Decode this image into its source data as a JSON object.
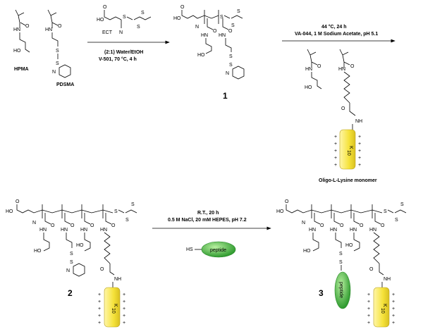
{
  "reactants": {
    "hpma": "HPMA",
    "pdsma": "PDSMA",
    "ect": "ECT"
  },
  "step1": {
    "solvent": "(2:1) Water/EtOH",
    "conditions": "V-501, 70 °C, 4 h"
  },
  "step2": {
    "line1": "VA-044, 1 M Sodium Acetate, pH 5.1",
    "line2": "44 °C, 24 h",
    "monomer_caption": "Oligo-L-Lysine monomer"
  },
  "step3": {
    "line1": "0.5 M NaCl, 20 mM HEPES, pH 7.2",
    "line2": "R.T., 20 h",
    "thiol": "HS",
    "peptide": "peptide"
  },
  "compounds": {
    "c1": "1",
    "c2": "2",
    "c3": "3"
  },
  "atoms": {
    "O": "O",
    "N": "N",
    "S": "S",
    "NH": "NH",
    "HO": "HO",
    "HN": "HN",
    "HOOC": "HO",
    "K": "K",
    "k10": "10",
    "plus": "+"
  },
  "colors": {
    "peptide": "#3aa83a",
    "lysine": "#f2e23a"
  }
}
